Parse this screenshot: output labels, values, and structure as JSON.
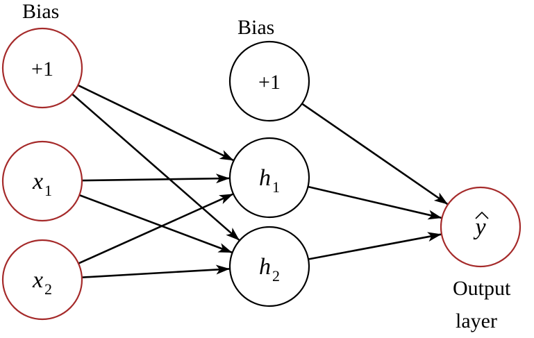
{
  "diagram": {
    "input_bias_caption": "Bias",
    "hidden_bias_caption": "Bias",
    "output_caption_line1": "Output",
    "output_caption_line2": "layer",
    "nodes": [
      {
        "id": "input-bias",
        "main": "+1",
        "sub": "",
        "italic": false,
        "border": "#a52a2a"
      },
      {
        "id": "x1",
        "main": "x",
        "sub": "1",
        "italic": true,
        "border": "#a52a2a"
      },
      {
        "id": "x2",
        "main": "x",
        "sub": "2",
        "italic": true,
        "border": "#a52a2a"
      },
      {
        "id": "hidden-bias",
        "main": "+1",
        "sub": "",
        "italic": false,
        "border": "#000000"
      },
      {
        "id": "h1",
        "main": "h",
        "sub": "1",
        "italic": true,
        "border": "#000000"
      },
      {
        "id": "h2",
        "main": "h",
        "sub": "2",
        "italic": true,
        "border": "#000000"
      },
      {
        "id": "y-hat",
        "main": "y",
        "sub": "",
        "italic": true,
        "hat": true,
        "border": "#a52a2a"
      }
    ],
    "edges": [
      {
        "from": "input-bias",
        "to": "h1"
      },
      {
        "from": "input-bias",
        "to": "h2"
      },
      {
        "from": "x1",
        "to": "h1"
      },
      {
        "from": "x1",
        "to": "h2"
      },
      {
        "from": "x2",
        "to": "h1"
      },
      {
        "from": "x2",
        "to": "h2"
      },
      {
        "from": "hidden-bias",
        "to": "y-hat"
      },
      {
        "from": "h1",
        "to": "y-hat"
      },
      {
        "from": "h2",
        "to": "y-hat"
      }
    ]
  }
}
